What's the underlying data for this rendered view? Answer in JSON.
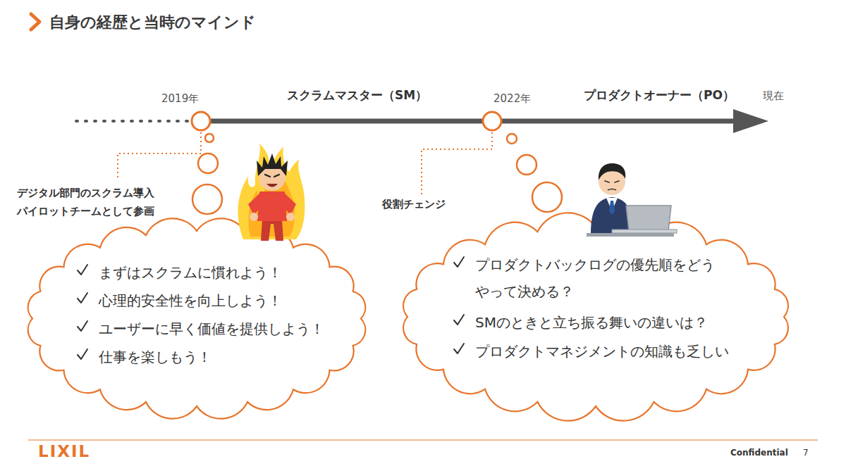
{
  "diagram": {
    "title": "自身の経歴と当時のマインド",
    "nodes": [
      {
        "text": [
          "まずはスクラムに慣れよう！",
          "心理的安全性を向上しよう！",
          "ユーザーに早く価値を提供しよう！",
          "仕事を楽しもう！"
        ]
      },
      {
        "text": [
          "プロダクトバックログの優先順をどう やって決める？",
          "SMのときと立ち振る舞いの違いは？",
          "プロダクトマネジメントの知識も乏しい"
        ]
      }
    ],
    "labels": [
      "2019年",
      "スクラムマスター（SM）",
      "2022年",
      "プロダクトオーナー（PO）",
      "現在",
      "デジタル部門のスクラム導入 パイロットチームとして参画",
      "役割チェンジ",
      "LIXIL",
      "Confidential",
      "7"
    ]
  }
}
